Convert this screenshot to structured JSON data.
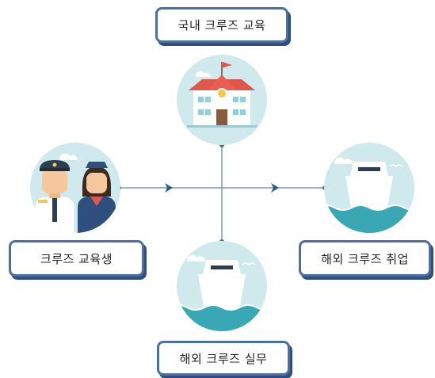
{
  "nodes": {
    "top": {
      "label": "국내 크루즈 교육"
    },
    "left": {
      "label": "크루즈 교육생"
    },
    "right": {
      "label": "해외 크루즈 취업"
    },
    "bottom": {
      "label": "해외 크루즈 실무"
    }
  },
  "colors": {
    "box_border": "#4a6fa5",
    "box_shadow": "#2f4f7f",
    "circle_bg": "#cfe9ec",
    "sea": "#3aa8b4",
    "arrow": "#1f5f84",
    "connector": "#7a9cb0",
    "school_roof": "#e2574c",
    "ship_hull": "#ffffff"
  },
  "icons": {
    "top": "school-building-icon",
    "left": "pilot-and-flight-attendant-icon",
    "right": "cruise-ship-icon",
    "bottom": "cruise-ship-icon"
  }
}
